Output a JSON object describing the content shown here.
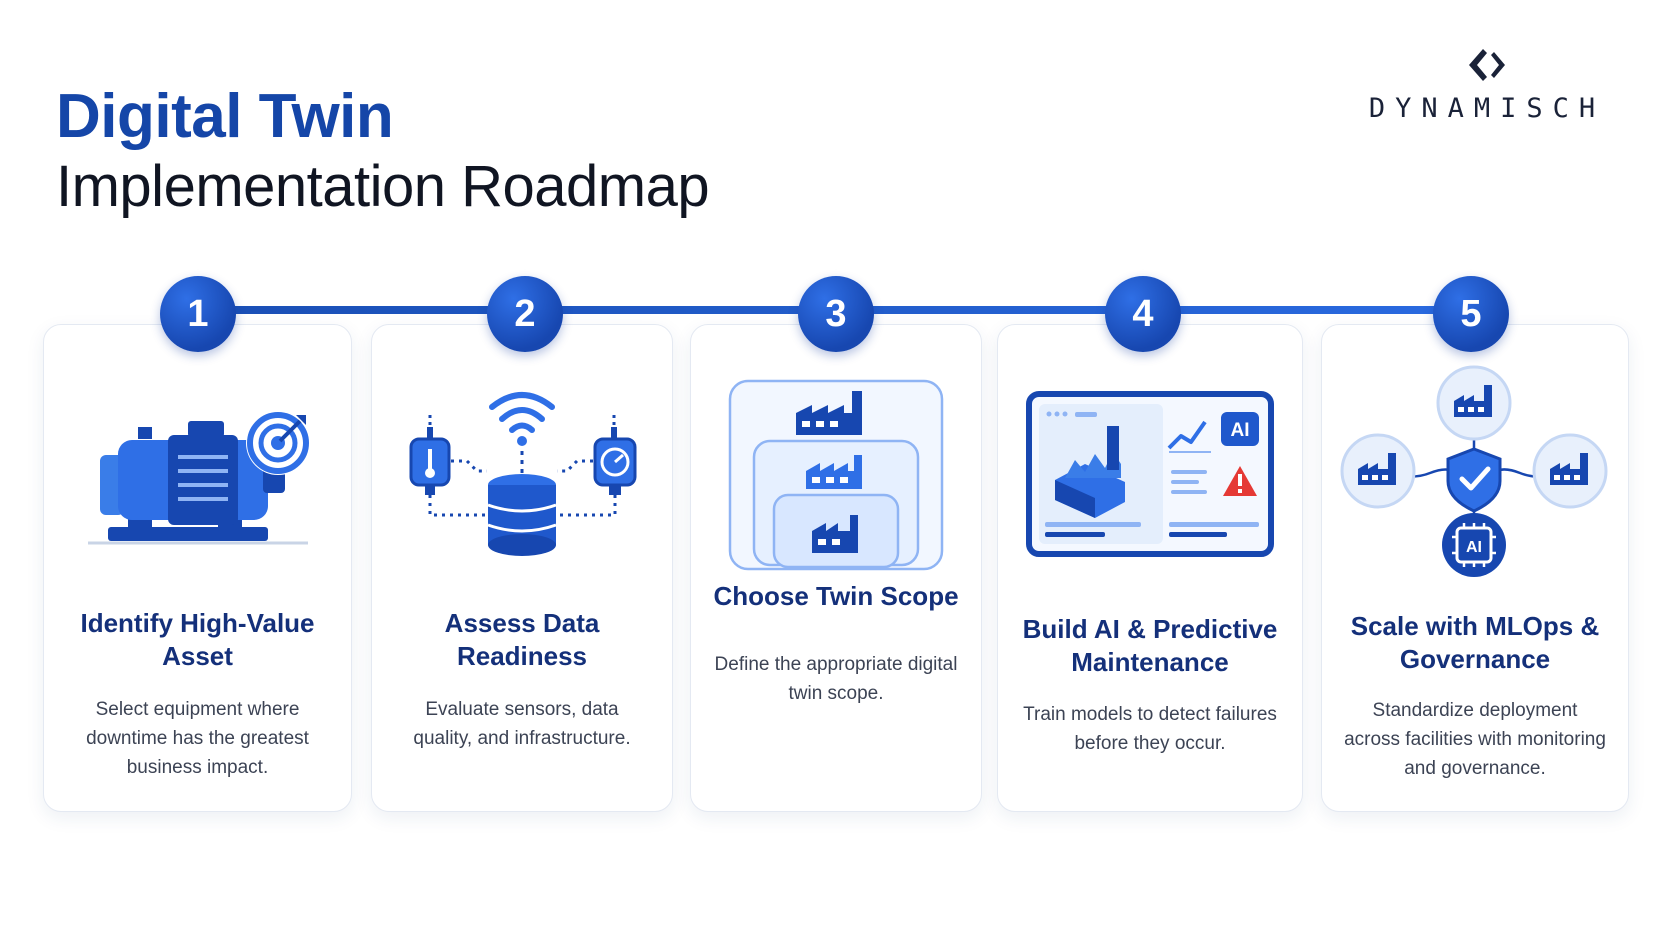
{
  "header": {
    "title_line1": "Digital Twin",
    "title_line2": "Implementation Roadmap"
  },
  "logo": {
    "text": "DYNAMISCH",
    "icon": "code-brackets-icon"
  },
  "colors": {
    "primary": "#1546a8",
    "accent": "#2a6ae0",
    "title_dark": "#101522",
    "card_title": "#14307a",
    "alert": "#e53935"
  },
  "steps": [
    {
      "number": "1",
      "title": "Identify High-Value Asset",
      "description": "Select equipment where downtime has the greatest business impact.",
      "icon": "motor-with-target-icon"
    },
    {
      "number": "2",
      "title": "Assess Data Readiness",
      "description": "Evaluate sensors, data quality, and infrastructure.",
      "icon": "sensors-database-icon"
    },
    {
      "number": "3",
      "title": "Choose Twin Scope",
      "description": "Define the appropriate digital twin scope.",
      "icon": "nested-factory-icon"
    },
    {
      "number": "4",
      "title": "Build AI & Predictive Maintenance",
      "description": "Train models to detect failures before they occur.",
      "icon": "ai-dashboard-icon",
      "icon_label": "AI"
    },
    {
      "number": "5",
      "title": "Scale with MLOps & Governance",
      "description": "Standardize deployment across facilities with monitoring and governance.",
      "icon": "facility-network-icon",
      "icon_label": "AI"
    }
  ]
}
